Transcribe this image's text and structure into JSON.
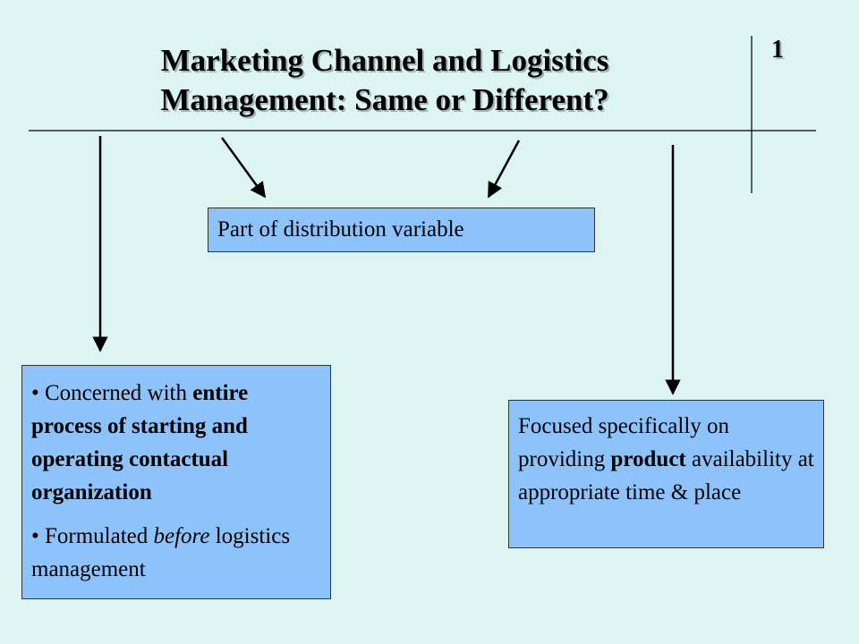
{
  "title": {
    "line1": "Marketing Channel and Logistics",
    "line2": "Management: Same or Different?"
  },
  "slide_number": "1",
  "middle_box": {
    "text": "Part of distribution variable"
  },
  "left_box": {
    "bullet1": {
      "prefix": "• Concerned with ",
      "bold": "entire process of starting and operating contactual organization"
    },
    "bullet2": {
      "prefix": "• Formulated ",
      "italic": "before",
      "suffix": " logistics management"
    }
  },
  "right_box": {
    "prefix": "Focused specifically on providing ",
    "bold": "product",
    "suffix": " availability at appropriate time & place"
  }
}
